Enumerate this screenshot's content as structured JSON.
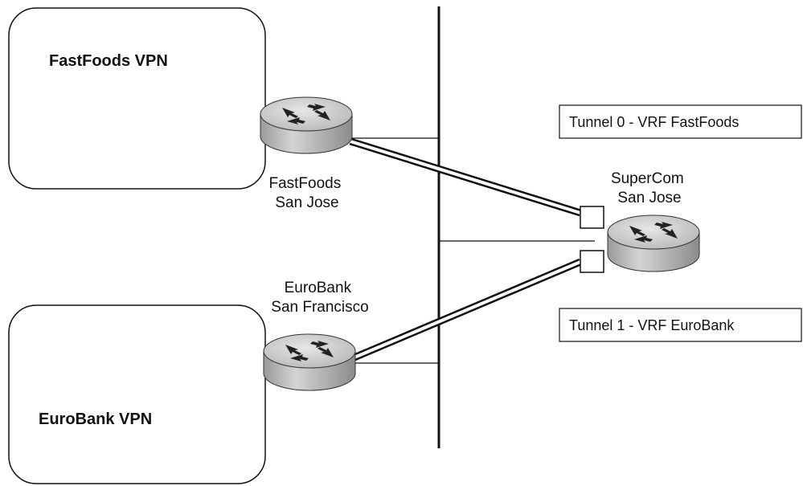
{
  "vpns": {
    "fastfoods": {
      "title": "FastFoods VPN"
    },
    "eurobank": {
      "title": "EuroBank VPN"
    }
  },
  "routers": {
    "fastfoods": {
      "line1": "FastFoods",
      "line2": "San Jose"
    },
    "eurobank": {
      "line1": "EuroBank",
      "line2": "San Francisco"
    },
    "supercom": {
      "line1": "SuperCom",
      "line2": "San Jose"
    }
  },
  "tunnels": {
    "tunnel0": {
      "label": "Tunnel 0 - VRF FastFoods"
    },
    "tunnel1": {
      "label": "Tunnel 1 - VRF EuroBank"
    }
  },
  "colors": {
    "line": "#111111",
    "router_top": "#c8c8c8",
    "router_side": "#a8a8a8"
  }
}
